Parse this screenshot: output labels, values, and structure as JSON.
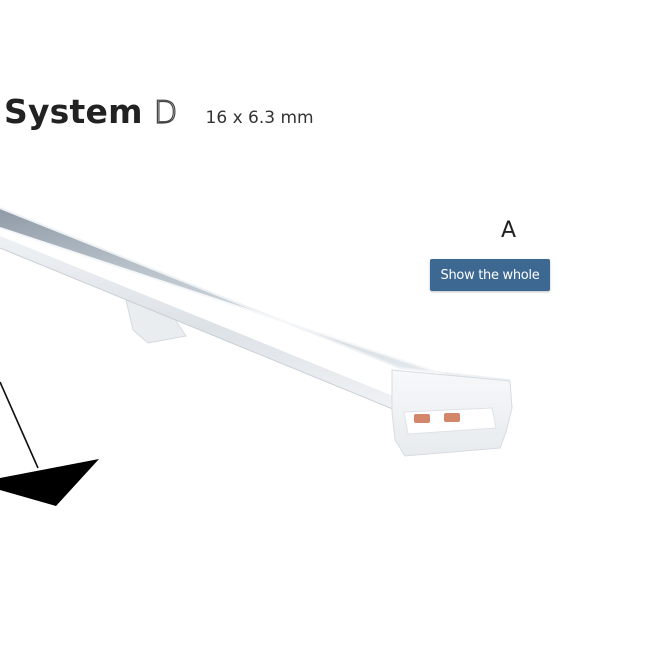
{
  "header": {
    "title": "System",
    "variant_letter": "D",
    "dimensions": "16 x 6.3 mm"
  },
  "viewer": {
    "variant_label": "A",
    "show_whole_label": "Show the whole"
  },
  "colors": {
    "button": "#3d6892",
    "title": "#222222"
  }
}
